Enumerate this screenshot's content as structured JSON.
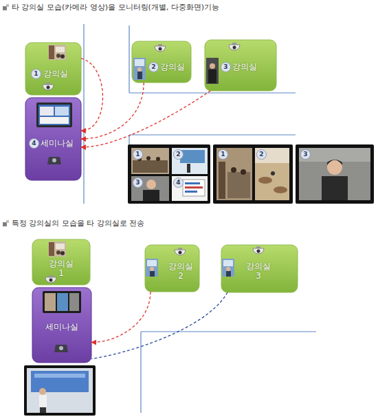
{
  "diagram": {
    "nodes": [
      {
        "text": [
          "강의실"
        ]
      },
      {
        "text": [
          "세미나실"
        ]
      },
      {
        "text": [
          "강의실"
        ]
      },
      {
        "text": [
          "강의실"
        ]
      },
      {
        "text": [
          "강의실 1"
        ]
      },
      {
        "text": [
          "세미나실"
        ]
      },
      {
        "text": [
          "강의실 2"
        ]
      },
      {
        "text": [
          "강의실 3"
        ]
      }
    ],
    "edges": [
      {
        "from": 0,
        "to": 1,
        "arrow": "to"
      },
      {
        "from": 2,
        "to": 1,
        "arrow": "to"
      },
      {
        "from": 3,
        "to": 1,
        "arrow": "to"
      },
      {
        "from": 6,
        "to": 5,
        "arrow": "to"
      },
      {
        "from": 7,
        "to": 5,
        "arrow": "none"
      }
    ],
    "labels": [
      "타 강의실 모습(카메라 영상)을 모니터링(개별, 다중화면)기능",
      "1",
      "2",
      "3",
      "4",
      "1",
      "2",
      "3",
      "4",
      "1",
      "2",
      "3",
      "특정 강의실의 모습을 타 강의실로 전송"
    ]
  }
}
